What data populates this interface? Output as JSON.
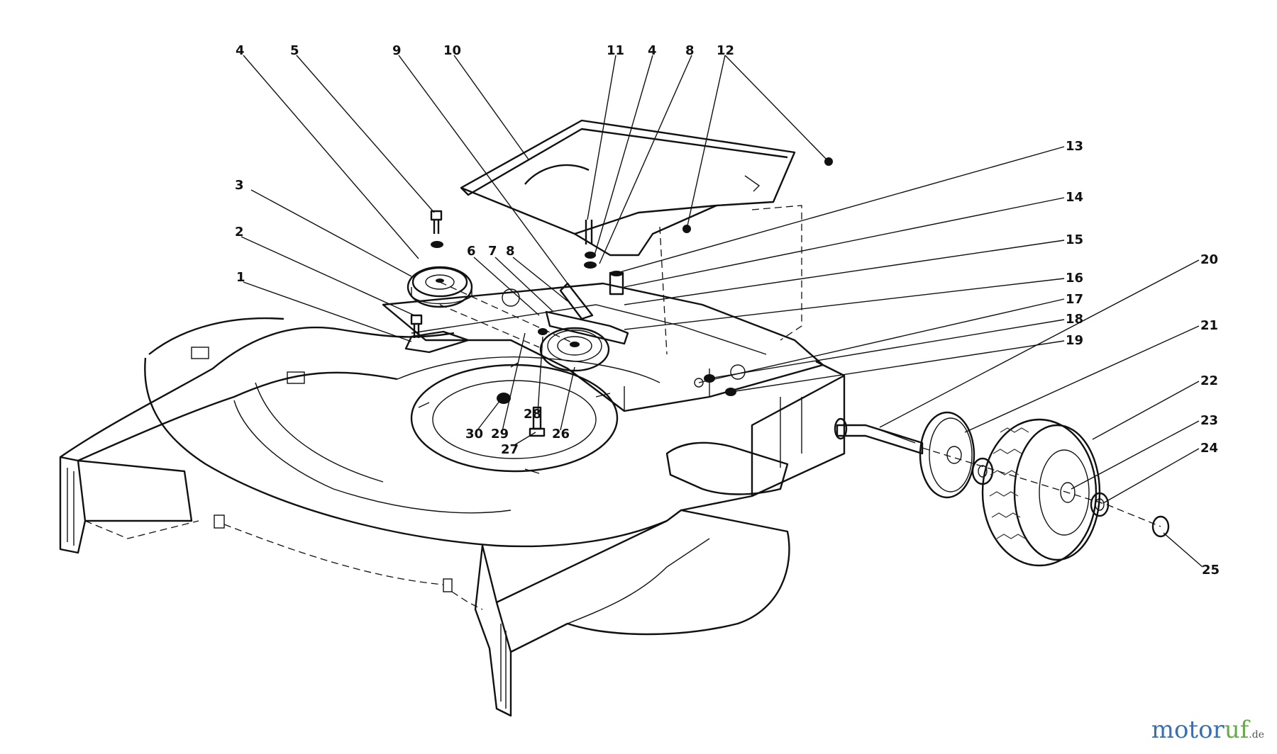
{
  "callouts": [
    "1",
    "2",
    "3",
    "4",
    "5",
    "6",
    "7",
    "8",
    "9",
    "10",
    "11",
    "4",
    "8",
    "12",
    "13",
    "14",
    "15",
    "16",
    "17",
    "18",
    "19",
    "20",
    "21",
    "22",
    "23",
    "24",
    "25",
    "26",
    "27",
    "28",
    "29",
    "30"
  ],
  "watermark": {
    "part1": "motor",
    "part2": "uf",
    "part3": ".de"
  }
}
